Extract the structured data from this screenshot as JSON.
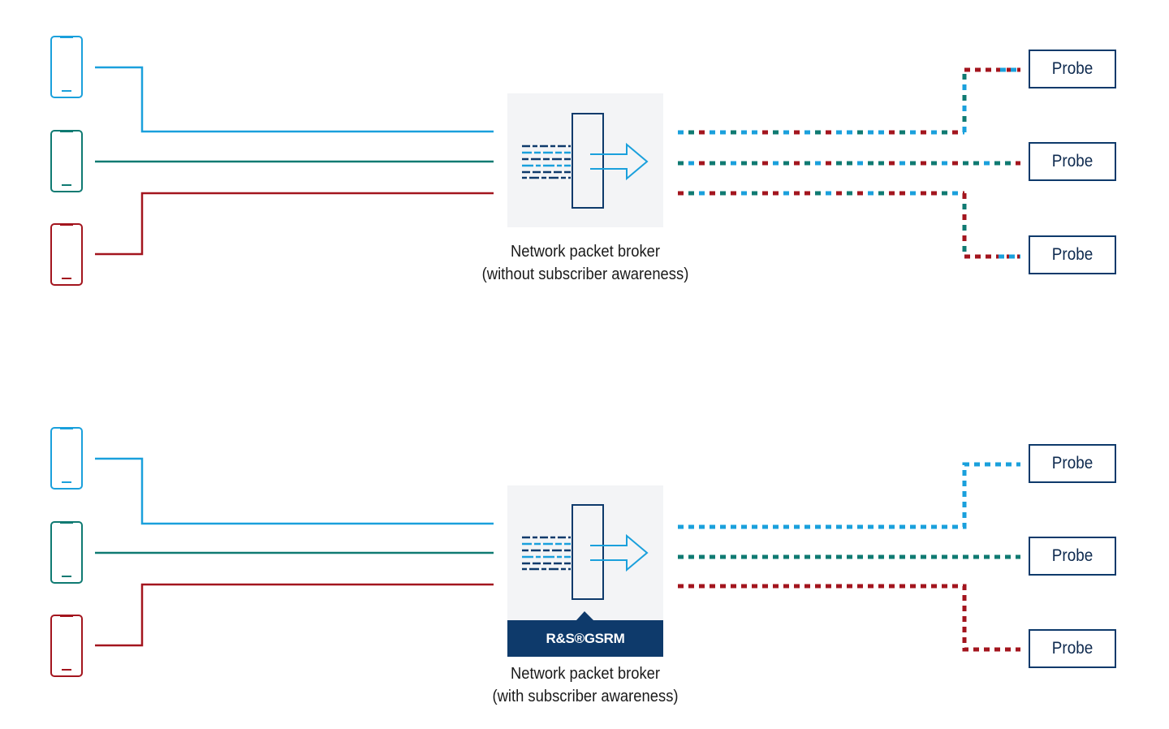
{
  "colors": {
    "blue": "#1aa0dc",
    "green": "#0f7a72",
    "red": "#a3151e",
    "navy": "#0e3a6b",
    "box_bg": "#f3f4f6"
  },
  "top_section": {
    "broker_label_line1": "Network packet broker",
    "broker_label_line2": "(without subscriber awareness)",
    "probes": [
      "Probe",
      "Probe",
      "Probe"
    ]
  },
  "bottom_section": {
    "gsrm_label": "R&S®GSRM",
    "broker_label_line1": "Network packet broker",
    "broker_label_line2": "(with subscriber awareness)",
    "probes": [
      "Probe",
      "Probe",
      "Probe"
    ]
  },
  "icons": {
    "device": "smartphone-icon",
    "broker": "packet-broker-icon"
  }
}
